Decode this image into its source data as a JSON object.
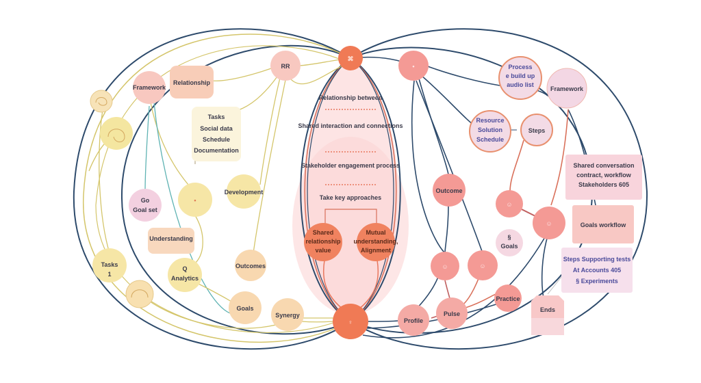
{
  "diagram": {
    "type": "network-venn",
    "description": "Two large overlapping ellipse regions connected through a central lens, with node clusters on each side",
    "colors": {
      "navy_line": "#2d4a6b",
      "yellow_line": "#d4c56a",
      "teal_line": "#5fb3b3",
      "coral_line": "#d9705a",
      "hub_orange": "#f07a55",
      "center_fill": "#fde4e4",
      "left_yellow": "#f6e6a6",
      "left_peach": "#f8d3b0",
      "right_pink": "#f49a95",
      "right_lilac": "#f3dbe6"
    },
    "hubs": {
      "top": "⌘",
      "bottom": "♀"
    },
    "center": {
      "title": "Relationship between",
      "line2": "Shared interaction and connections",
      "line3": "Stakeholder engagement process",
      "line4": "Take key approaches",
      "left_node": [
        "Shared",
        "relationship",
        "value"
      ],
      "right_node": [
        "Mutual",
        "understanding,",
        "Alignment"
      ]
    },
    "left": {
      "nodes": [
        {
          "id": "l1",
          "label": "Framework"
        },
        {
          "id": "l2",
          "label": "Relationship"
        },
        {
          "id": "l3",
          "label": "RR"
        },
        {
          "id": "l4",
          "label": [
            "Tasks",
            "Social data",
            "Schedule",
            "Documentation"
          ]
        },
        {
          "id": "l5",
          "label": [
            "Go",
            "Goal set"
          ]
        },
        {
          "id": "l6",
          "label": "•"
        },
        {
          "id": "l7",
          "label": "Development"
        },
        {
          "id": "l8",
          "label": "Understanding"
        },
        {
          "id": "l9",
          "label": [
            "Tasks",
            "1"
          ]
        },
        {
          "id": "l10",
          "label": [
            "Q",
            "Analytics"
          ]
        },
        {
          "id": "l11",
          "label": "Outcomes"
        },
        {
          "id": "l12",
          "label": "Goals"
        },
        {
          "id": "l13",
          "label": "Synergy"
        }
      ]
    },
    "right": {
      "nodes": [
        {
          "id": "r1",
          "label": "•"
        },
        {
          "id": "r2",
          "label": [
            "Process",
            "e build up",
            "audio list"
          ]
        },
        {
          "id": "r3",
          "label": "Framework"
        },
        {
          "id": "r4",
          "label": [
            "Resource",
            "Solution",
            "Schedule"
          ]
        },
        {
          "id": "r5",
          "label": "Steps"
        },
        {
          "id": "r6",
          "label": [
            "Shared conversation",
            "contract, workflow",
            "Stakeholders 605"
          ]
        },
        {
          "id": "r7",
          "label": "Outcome"
        },
        {
          "id": "r8",
          "label": "☺"
        },
        {
          "id": "r9",
          "label": "☺"
        },
        {
          "id": "r10",
          "label": "Goals workflow"
        },
        {
          "id": "r11",
          "label": [
            "§",
            "Goals"
          ]
        },
        {
          "id": "r12",
          "label": "☺"
        },
        {
          "id": "r13",
          "label": "☺"
        },
        {
          "id": "r14",
          "label": [
            "Steps  Supporting  tests",
            "At  Accounts 405",
            "§  Experiments"
          ]
        },
        {
          "id": "r15",
          "label": "Profile"
        },
        {
          "id": "r16",
          "label": "Pulse"
        },
        {
          "id": "r17",
          "label": "Practice"
        },
        {
          "id": "r18",
          "label": "Ends"
        }
      ]
    }
  }
}
